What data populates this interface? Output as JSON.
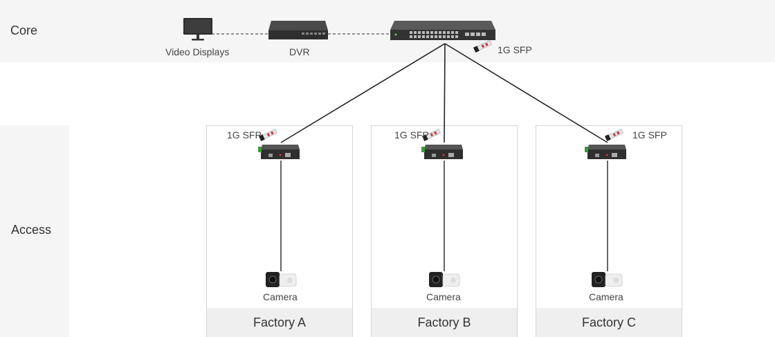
{
  "layers": {
    "core": "Core",
    "access": "Access"
  },
  "core_devices": {
    "displays": "Video Displays",
    "dvr": "DVR",
    "switch_sfp": "1G SFP"
  },
  "sites": [
    {
      "name": "Factory A",
      "sfp": "1G SFP",
      "camera": "Camera"
    },
    {
      "name": "Factory B",
      "sfp": "1G SFP",
      "camera": "Camera"
    },
    {
      "name": "Factory C",
      "sfp": "1G SFP",
      "camera": "Camera"
    }
  ]
}
